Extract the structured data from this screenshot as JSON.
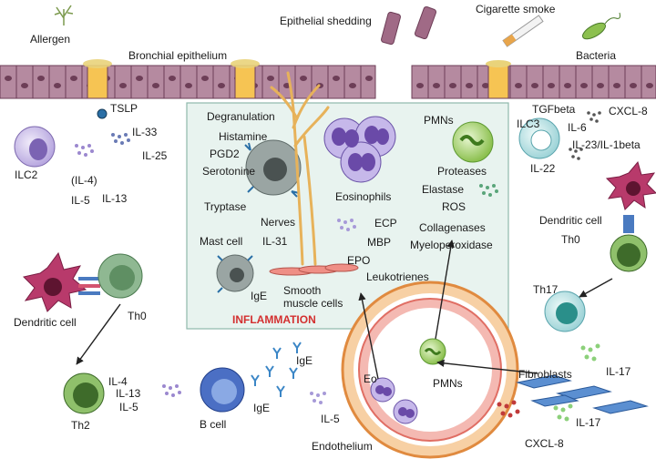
{
  "labels": {
    "allergen": "Allergen",
    "bronchial_epithelium": "Bronchial epithelium",
    "epithelial_shedding": "Epithelial shedding",
    "cigarette_smoke": "Cigarette smoke",
    "bacteria": "Bacteria",
    "tslp": "TSLP",
    "il33": "IL-33",
    "il25": "IL-25",
    "ilc2": "ILC2",
    "il4_paren": "(IL-4)",
    "il5": "IL-5",
    "il13": "IL-13",
    "degranulation": "Degranulation",
    "histamine": "Histamine",
    "pgd2": "PGD2",
    "serotonine": "Serotonine",
    "tryptase": "Tryptase",
    "mast_cell": "Mast cell",
    "ige_mast": "IgE",
    "nerves": "Nerves",
    "il31": "IL-31",
    "eosinophils": "Eosinophils",
    "ecp": "ECP",
    "mbp": "MBP",
    "epo": "EPO",
    "leukotrienes": "Leukotrienes",
    "smooth_muscle": "Smooth\nmuscle cells",
    "pmns_top": "PMNs",
    "proteases": "Proteases",
    "elastase": "Elastase",
    "ros": "ROS",
    "collagenases": "Collagenases",
    "myeloperoxidase": "Myeloperoxidase",
    "inflammation": "INFLAMMATION",
    "tgfbeta": "TGFbeta",
    "ilc3": "ILC3",
    "il6": "IL-6",
    "cxcl8_top": "CXCL-8",
    "il23": "IL-23/IL-1beta",
    "il22": "IL-22",
    "dendritic_right": "Dendritic cell",
    "th0_right": "Th0",
    "th17": "Th17",
    "dendritic_left": "Dendritic cell",
    "th0_left": "Th0",
    "th2": "Th2",
    "il4_b": "IL-4",
    "il13_b": "IL-13",
    "il5_b": "IL-5",
    "b_cell": "B cell",
    "ige_1": "IgE",
    "ige_2": "IgE",
    "il5_vessel": "IL-5",
    "eo": "Eo",
    "pmns_vessel": "PMNs",
    "endothelium": "Endothelium",
    "fibroblasts": "Fibroblasts",
    "il17_a": "IL-17",
    "il17_b": "IL-17",
    "cxcl8_bottom": "CXCL-8"
  },
  "colors": {
    "epithelium": "#b58aa0",
    "goblet": "#f6c453",
    "inflammation_box": "#e7f2ef",
    "eosinophil": "#8c6bb1",
    "neutrophil": "#a5d86b",
    "mast_cell": "#9aa5a3",
    "dendritic": "#b83a6b",
    "th0": "#5a8f4a",
    "b_cell": "#3b5fb0",
    "vessel": "#e9a36a",
    "fibroblast": "#5b8fd1",
    "inflammation_text": "#d32f2f"
  }
}
